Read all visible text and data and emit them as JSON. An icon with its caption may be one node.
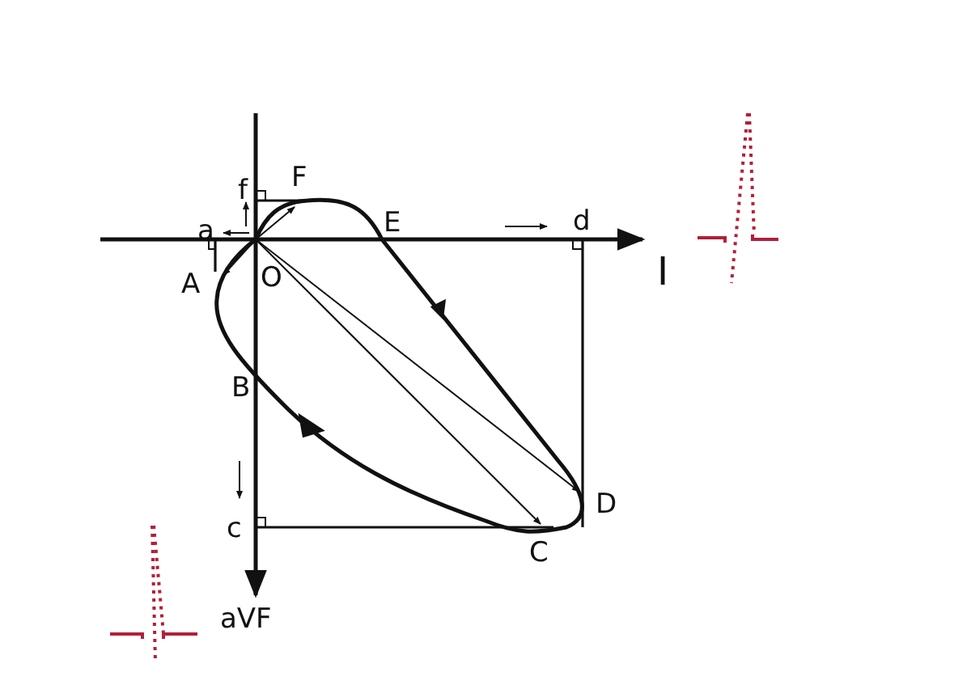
{
  "diagram": {
    "labels": [
      "f",
      "F",
      "a",
      "E",
      "d",
      "I",
      "A",
      "O",
      "B",
      "c",
      "D",
      "C",
      "aVF"
    ]
  }
}
